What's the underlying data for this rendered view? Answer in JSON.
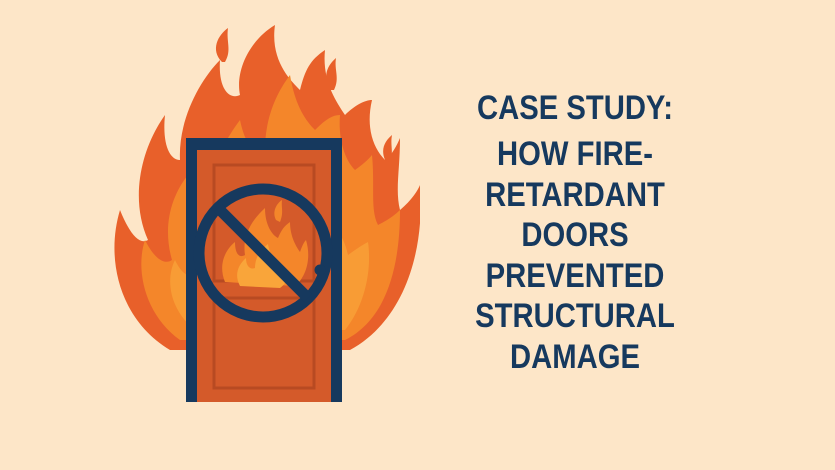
{
  "page": {
    "background_color": "#FDE6C8"
  },
  "illustration": {
    "subject": "fire-door-no-fire-icon",
    "icons": [
      "flames-icon",
      "door-icon",
      "prohibition-sign-icon",
      "small-fire-icon",
      "door-knob-icon"
    ],
    "colors": {
      "flame_outer": "#E8602A",
      "flame_inner": "#F4862A",
      "flame_core": "#F9A53A",
      "door": "#D45A2A",
      "door_panel_line": "#B84A22",
      "frame_and_sign": "#16395E"
    }
  },
  "title": {
    "kicker": "CASE STUDY:",
    "lines": [
      "HOW FIRE-",
      "RETARDANT",
      "DOORS",
      "PREVENTED",
      "STRUCTURAL",
      "DAMAGE"
    ],
    "color": "#16395E"
  }
}
